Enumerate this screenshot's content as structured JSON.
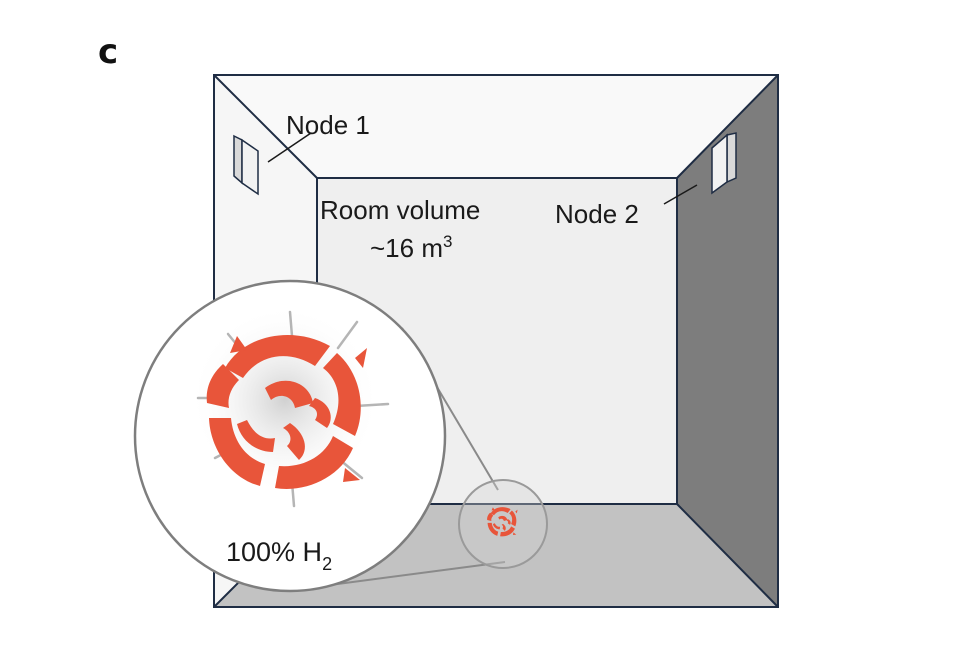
{
  "panel_label": "c",
  "room": {
    "volume_label": "Room volume",
    "volume_value": "~16 m",
    "volume_unit_superscript": "3"
  },
  "nodes": [
    {
      "label": "Node 1"
    },
    {
      "label": "Node 2"
    }
  ],
  "inset": {
    "label_main": "100% H",
    "label_subscript": "2"
  },
  "colors": {
    "outline": "#1f2d44",
    "back_wall": "#efefef",
    "left_wall": "#f6f6f6",
    "ceiling": "#f9f9f9",
    "right_wall": "#7d7d7d",
    "floor": "#c2c2c2",
    "explosion": "#e8553a",
    "inset_border": "#8a8a8a"
  },
  "icons": [
    "sensor-node-icon",
    "explosion-icon",
    "magnifier-inset-icon"
  ]
}
